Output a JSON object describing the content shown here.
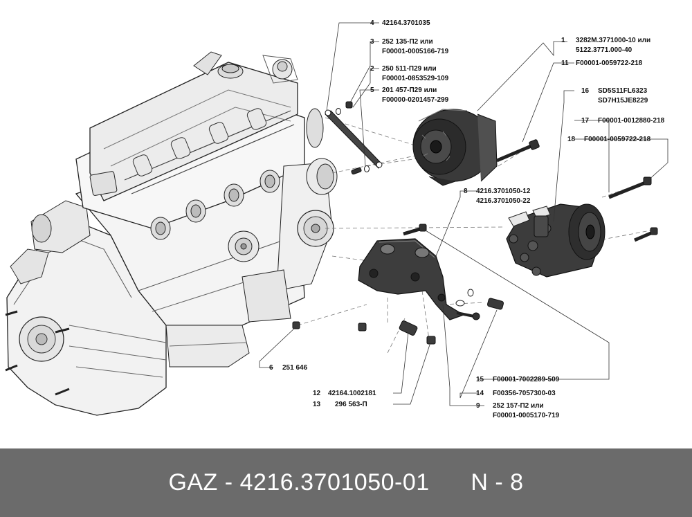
{
  "footer": {
    "brand": "GAZ",
    "separator1": " - ",
    "part_number": "4216.3701050-01",
    "position_label": "N",
    "separator2": " - ",
    "position_number": "8"
  },
  "callouts": {
    "c4": {
      "num": "4",
      "line1": "42164.3701035"
    },
    "c3": {
      "num": "3",
      "line1": "252 135-П2 или",
      "line2": "F00001-0005166-719"
    },
    "c2": {
      "num": "2",
      "line1": "250 511-П29 или",
      "line2": "F00001-0853529-109"
    },
    "c5": {
      "num": "5",
      "line1": "201 457-П29 или",
      "line2": "F00000-0201457-299"
    },
    "c1": {
      "num": "1",
      "line1": "3282M.3771000-10 или",
      "line2": "5122.3771.000-40"
    },
    "c11": {
      "num": "11",
      "line1": "F00001-0059722-218"
    },
    "c16": {
      "num": "16",
      "line1": "SD5S11FL6323",
      "line2": "SD7H15JE8229"
    },
    "c17": {
      "num": "17",
      "line1": "F00001-0012880-218"
    },
    "c18": {
      "num": "18",
      "line1": "F00001-0059722-218"
    },
    "c8": {
      "num": "8",
      "line1": "4216.3701050-12",
      "line2": "4216.3701050-22"
    },
    "c6": {
      "num": "6",
      "line1": "251 646"
    },
    "c15": {
      "num": "15",
      "line1": "F00001-7002289-509"
    },
    "c14": {
      "num": "14",
      "line1": "F00356-7057300-03"
    },
    "c12": {
      "num": "12",
      "line1": "42164.1002181"
    },
    "c13": {
      "num": "13",
      "line1": "296 563-П"
    },
    "c9": {
      "num": "9",
      "line1": "252 157-П2 или",
      "line2": "F00001-0005170-719"
    }
  }
}
